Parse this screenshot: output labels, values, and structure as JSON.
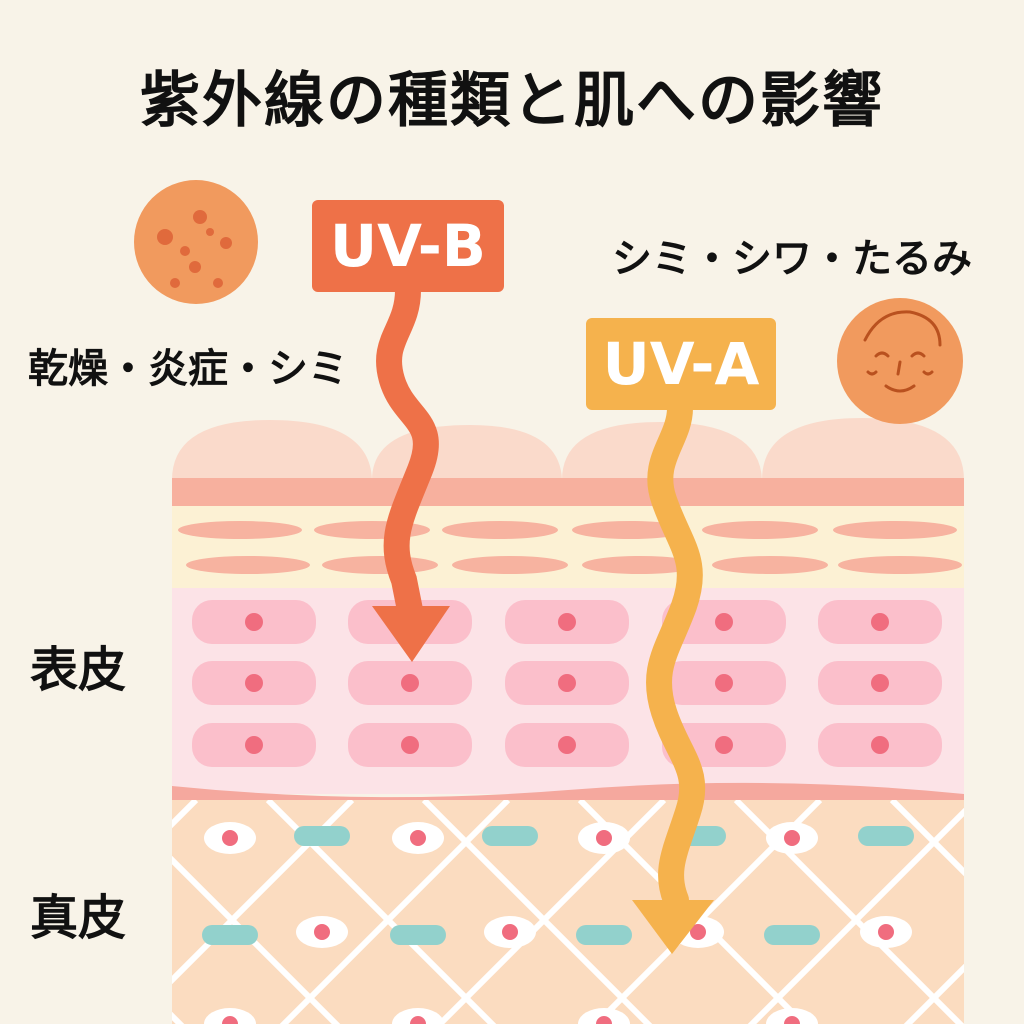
{
  "title": "紫外線の種類と肌への影響",
  "uvb": {
    "label": "UV-B",
    "effects": "乾燥・炎症・シミ",
    "color": "#ee7148",
    "icon": "spotted-skin-face-icon"
  },
  "uva": {
    "label": "UV-A",
    "effects": "シミ・シワ・たるみ",
    "color": "#f5b24d",
    "icon": "wrinkled-face-icon"
  },
  "layers": {
    "epidermis": "表皮",
    "dermis": "真皮"
  },
  "colors": {
    "background": "#f8f3e8",
    "epidermis_cells": "#fbbfcb",
    "dermis": "#fbdcc0",
    "fibers": "#92d1cc"
  }
}
